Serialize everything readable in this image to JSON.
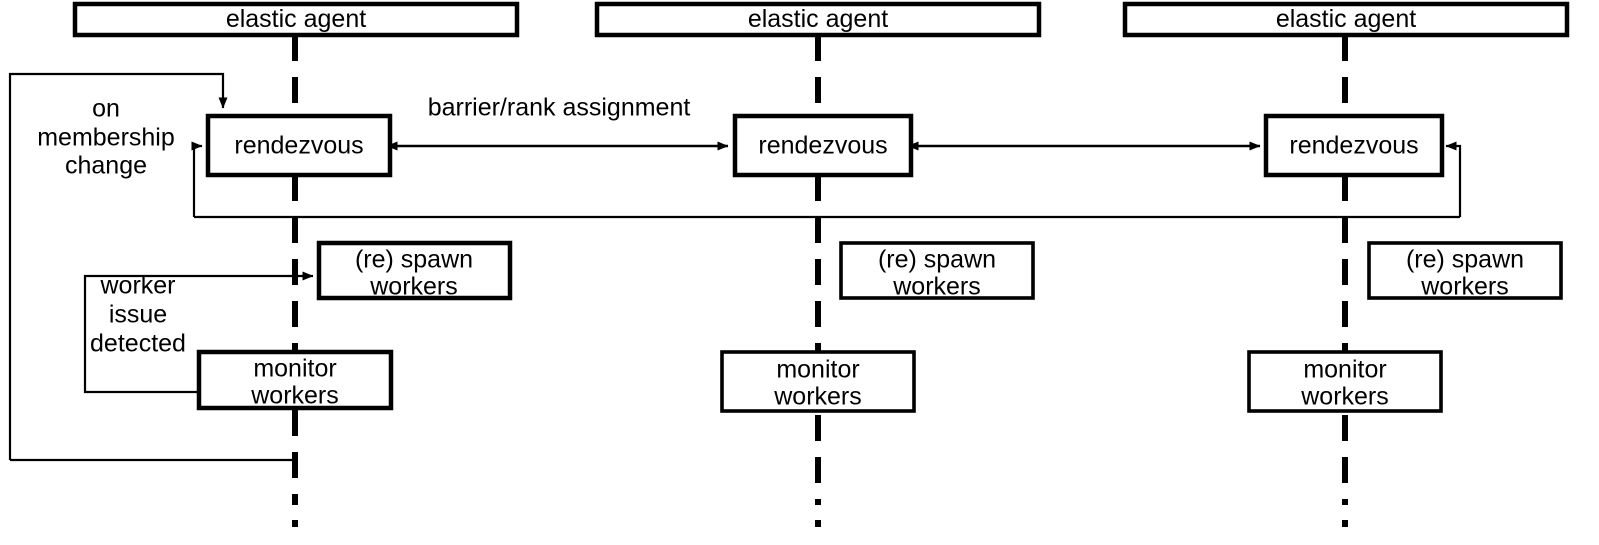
{
  "diagram": {
    "title": "elastic agent rendezvous sequence diagram",
    "colors": {
      "stroke": "#000000",
      "fill": "#ffffff",
      "background": "#ffffff"
    },
    "agents": [
      {
        "id": "agent-1",
        "header_label": "elastic agent",
        "nodes": {
          "rendezvous": "rendezvous",
          "respawn": "(re) spawn\nworkers",
          "respawn_line1": "(re) spawn",
          "respawn_line2": "workers",
          "monitor_line1": "monitor",
          "monitor_line2": "workers"
        }
      },
      {
        "id": "agent-2",
        "header_label": "elastic agent",
        "nodes": {
          "rendezvous": "rendezvous",
          "respawn_line1": "(re) spawn",
          "respawn_line2": "workers",
          "monitor_line1": "monitor",
          "monitor_line2": "workers"
        }
      },
      {
        "id": "agent-3",
        "header_label": "elastic agent",
        "nodes": {
          "rendezvous": "rendezvous",
          "respawn_line1": "(re) spawn",
          "respawn_line2": "workers",
          "monitor_line1": "monitor",
          "monitor_line2": "workers"
        }
      }
    ],
    "edge_labels": {
      "barrier": "barrier/rank assignment",
      "membership_line1": "on",
      "membership_line2": "membership",
      "membership_line3": "change",
      "worker_issue_line1": "worker",
      "worker_issue_line2": "issue",
      "worker_issue_line3": "detected"
    }
  }
}
